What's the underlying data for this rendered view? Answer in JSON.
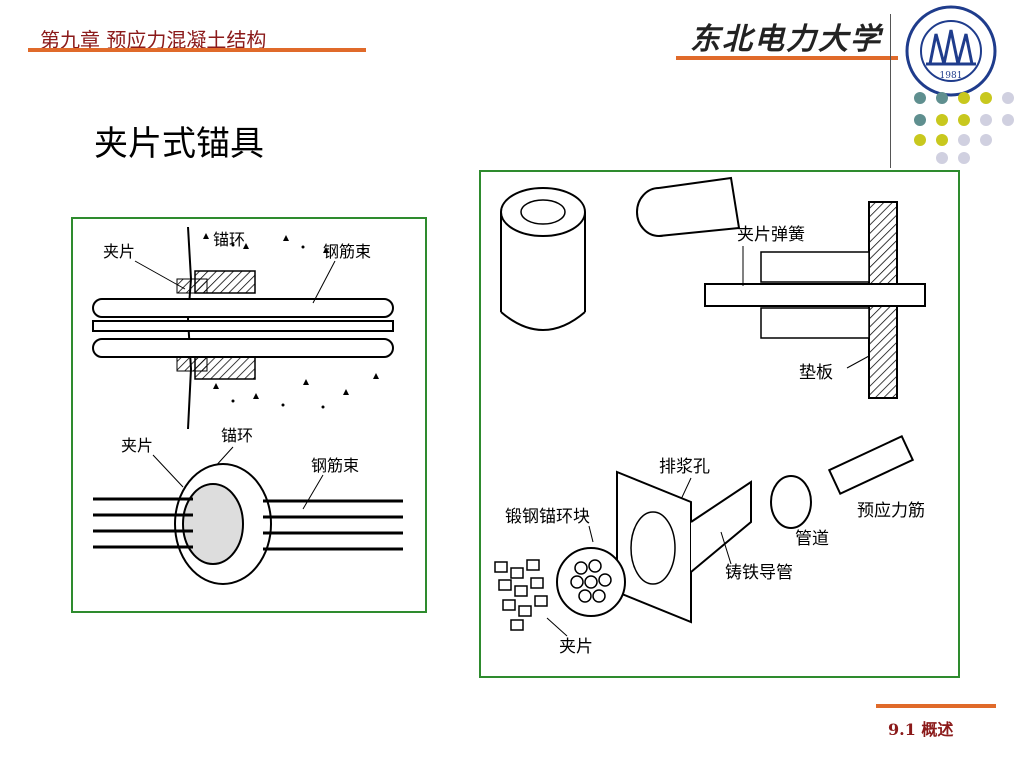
{
  "header": {
    "chapter": "第九章  预应力混凝土结构",
    "brand": "东北电力大学",
    "seal_year": "1981"
  },
  "title": "夹片式锚具",
  "figure_left": {
    "top_labels": {
      "clip": "夹片",
      "ring": "锚环",
      "tendon": "钢筋束"
    },
    "bottom_labels": {
      "clip": "夹片",
      "ring": "锚环",
      "tendon": "钢筋束"
    }
  },
  "figure_right": {
    "clip_spring": "夹片弹簧",
    "plate": "垫板",
    "grout_hole": "排浆孔",
    "forged_block": "锻钢锚环块",
    "duct": "管道",
    "strand": "预应力筋",
    "cast_tube": "铸铁导管",
    "clips": "夹片"
  },
  "footer": {
    "section": "9.1   概述"
  },
  "colors": {
    "accent_orange": "#e06a2a",
    "dark_red": "#8b1a1a",
    "frame_green": "#2e8b2e"
  }
}
